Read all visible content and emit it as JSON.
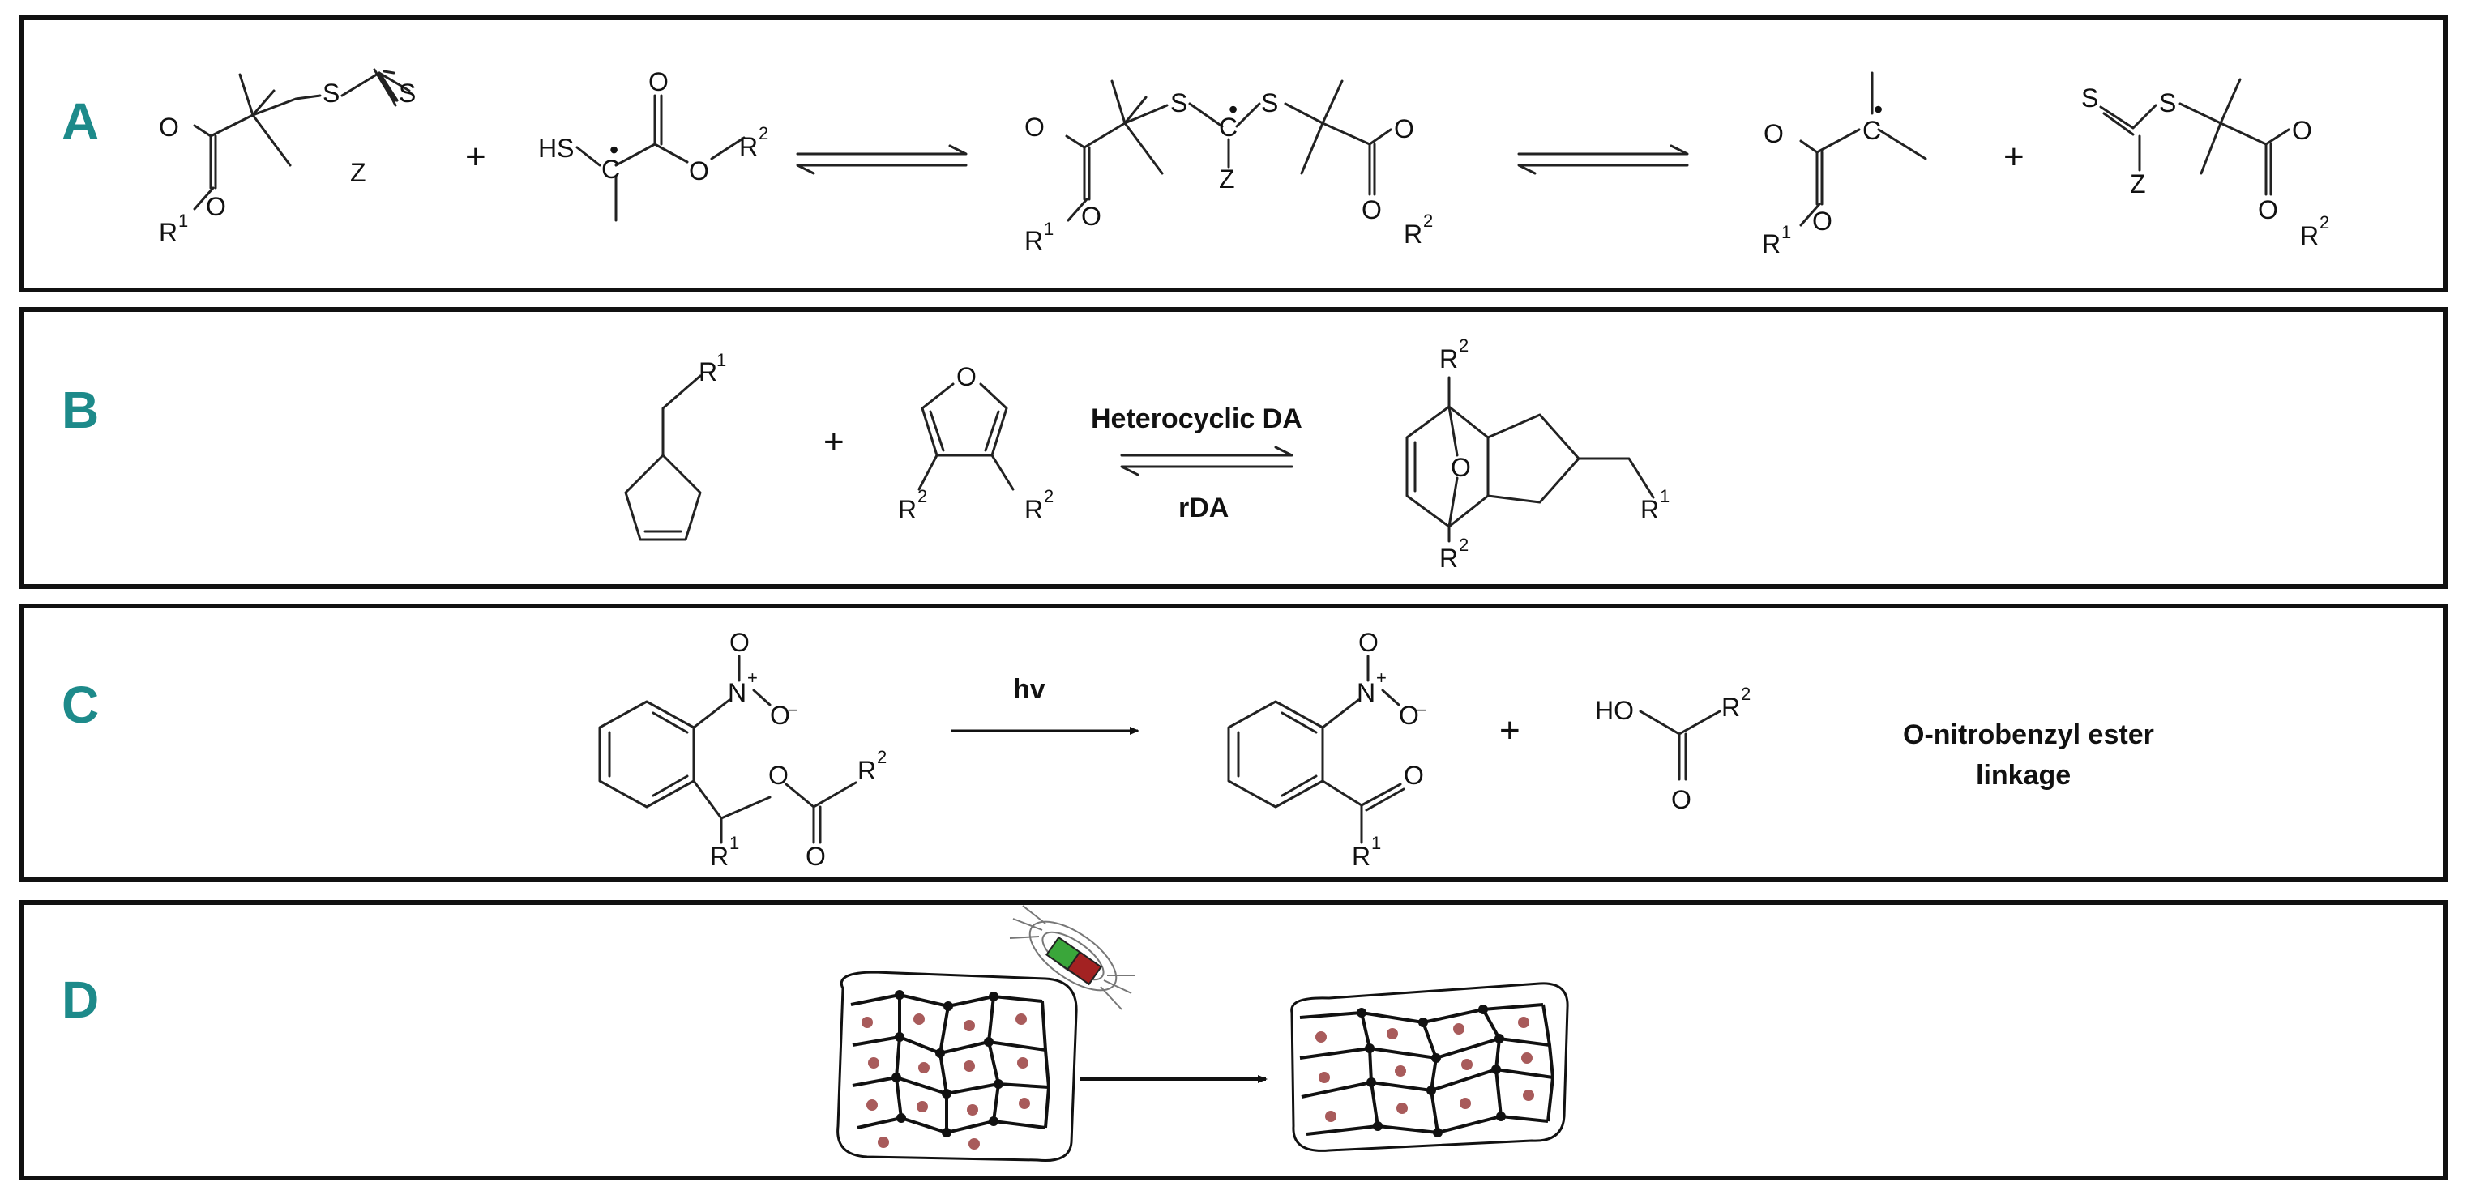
{
  "panels": [
    {
      "label": "A"
    },
    {
      "label": "B",
      "forward_label": "Heterocyclic DA",
      "reverse_label": "rDA"
    },
    {
      "label": "C",
      "arrow_label": "hv",
      "linkage_label_line1": "O-nitrobenzyl ester",
      "linkage_label_line2": "linkage"
    },
    {
      "label": "D"
    }
  ],
  "atoms": {
    "O": "O",
    "S": "S",
    "Z": "Z",
    "HS": "HS",
    "HO": "HO",
    "C": "C",
    "R": "R",
    "N": "N",
    "plus": "+",
    "sup1": "1",
    "sup2": "2",
    "radical": "•",
    "charge_plus": "+",
    "minus": "−"
  },
  "colors": {
    "panel_label": "#1d8a8a",
    "particles": "#a85b5b",
    "magnet_green": "#3aa63a",
    "magnet_red": "#a32222"
  }
}
